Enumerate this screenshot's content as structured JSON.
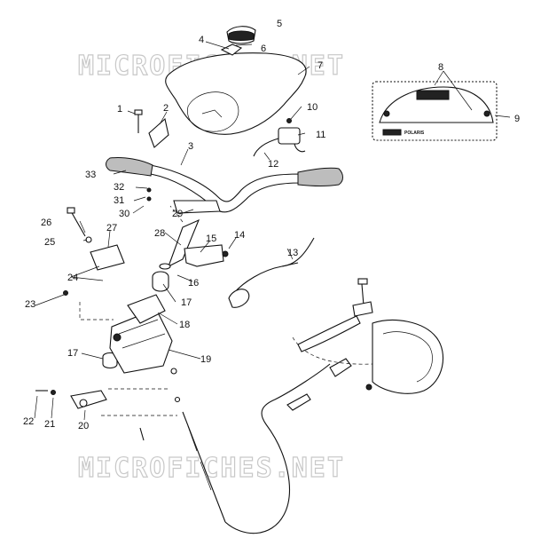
{
  "watermark": "MICROFICHES.NET",
  "pod_brand": "POLARIS",
  "callouts": [
    "1",
    "2",
    "3",
    "4",
    "5",
    "6",
    "7",
    "8",
    "9",
    "10",
    "11",
    "12",
    "13",
    "14",
    "15",
    "16",
    "17",
    "18",
    "19",
    "20",
    "21",
    "22",
    "23",
    "24",
    "25",
    "26",
    "27",
    "28",
    "29",
    "30",
    "31",
    "32",
    "33"
  ]
}
